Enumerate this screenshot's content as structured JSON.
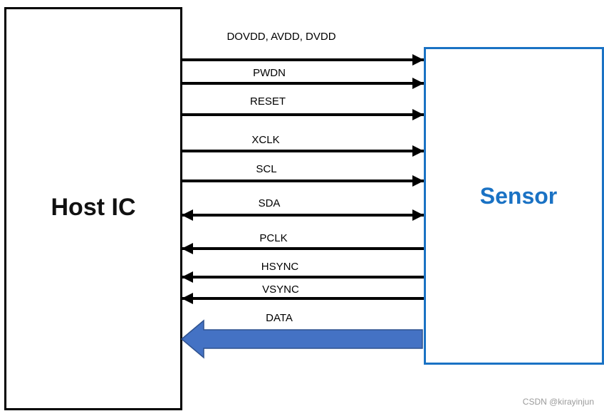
{
  "host": {
    "label": "Host IC"
  },
  "sensor": {
    "label": "Sensor"
  },
  "signals": [
    {
      "label": "DOVDD, AVDD, DVDD",
      "direction": "to-sensor"
    },
    {
      "label": "PWDN",
      "direction": "to-sensor"
    },
    {
      "label": "RESET",
      "direction": "to-sensor"
    },
    {
      "label": "XCLK",
      "direction": "to-sensor"
    },
    {
      "label": "SCL",
      "direction": "to-sensor"
    },
    {
      "label": "SDA",
      "direction": "bidirectional"
    },
    {
      "label": "PCLK",
      "direction": "to-host"
    },
    {
      "label": "HSYNC",
      "direction": "to-host"
    },
    {
      "label": "VSYNC",
      "direction": "to-host"
    },
    {
      "label": "DATA",
      "direction": "to-host-bus"
    }
  ],
  "watermark": "CSDN @kirayinjun",
  "colors": {
    "line": "#000000",
    "sensor_accent": "#1a72c4",
    "data_fill": "#4472c4",
    "data_border": "#2f528f"
  }
}
